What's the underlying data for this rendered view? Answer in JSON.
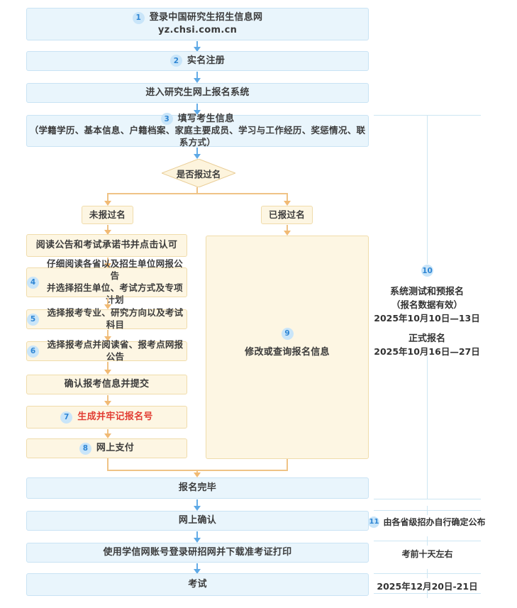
{
  "colors": {
    "blue_box_bg": "#e9f5fc",
    "blue_box_border": "#c9e3f4",
    "cream_box_bg": "#fdf6e3",
    "cream_box_border": "#f0dcab",
    "blue_arrow": "#66ade7",
    "orange_arrow": "#efc386",
    "badge_bg": "#c9e5f9",
    "badge_text": "#2f86d4",
    "highlight_red": "#e23d33",
    "timeline_line": "#cde6f3"
  },
  "flow": {
    "step1": {
      "num": "1",
      "line1": "登录中国研究生招生信息网",
      "line2": "yz.chsi.com.cn"
    },
    "step2": {
      "num": "2",
      "label": "实名注册"
    },
    "step3": {
      "label": "进入研究生网上报名系统"
    },
    "step4": {
      "num": "3",
      "line1": "填写考生信息",
      "line2": "（学籍学历、基本信息、户籍档案、家庭主要成员、学习与工作经历、奖惩情况、联系方式）"
    },
    "decision": {
      "label": "是否报过名"
    },
    "branch_left": {
      "label": "未报过名"
    },
    "branch_right": {
      "label": "已报过名"
    },
    "left_steps": [
      {
        "label": "阅读公告和考试承诺书并点击认可"
      },
      {
        "num": "4",
        "line1": "仔细阅读各省以及招生单位网报公告",
        "line2": "并选择招生单位、考试方式及专项计划"
      },
      {
        "num": "5",
        "label": "选择报考专业、研究方向以及考试科目"
      },
      {
        "num": "6",
        "label": "选择报考点并阅读省、报考点网报公告"
      },
      {
        "label": "确认报考信息并提交"
      },
      {
        "num": "7",
        "label": "生成并牢记报名号"
      },
      {
        "num": "8",
        "label": "网上支付"
      }
    ],
    "right_step": {
      "num": "9",
      "label": "修改或查询报名信息"
    },
    "bottom_steps": [
      {
        "label": "报名完毕"
      },
      {
        "label": "网上确认"
      },
      {
        "label": "使用学信网账号登录研招网并下载准考证打印"
      },
      {
        "label": "考试"
      }
    ]
  },
  "annotations": {
    "registration_period": {
      "num": "10",
      "line1": "系统测试和预报名",
      "line2": "（报名数据有效）",
      "line3": "2025年10月10日—13日",
      "line4": "正式报名",
      "line5": "2025年10月16日—27日"
    },
    "online_confirm_note": {
      "num": "11",
      "label": "由各省级招办自行确定公布"
    },
    "admission_ticket_note": {
      "label": "考前十天左右"
    },
    "exam_date_note": {
      "label": "2025年12月20日-21日"
    }
  }
}
